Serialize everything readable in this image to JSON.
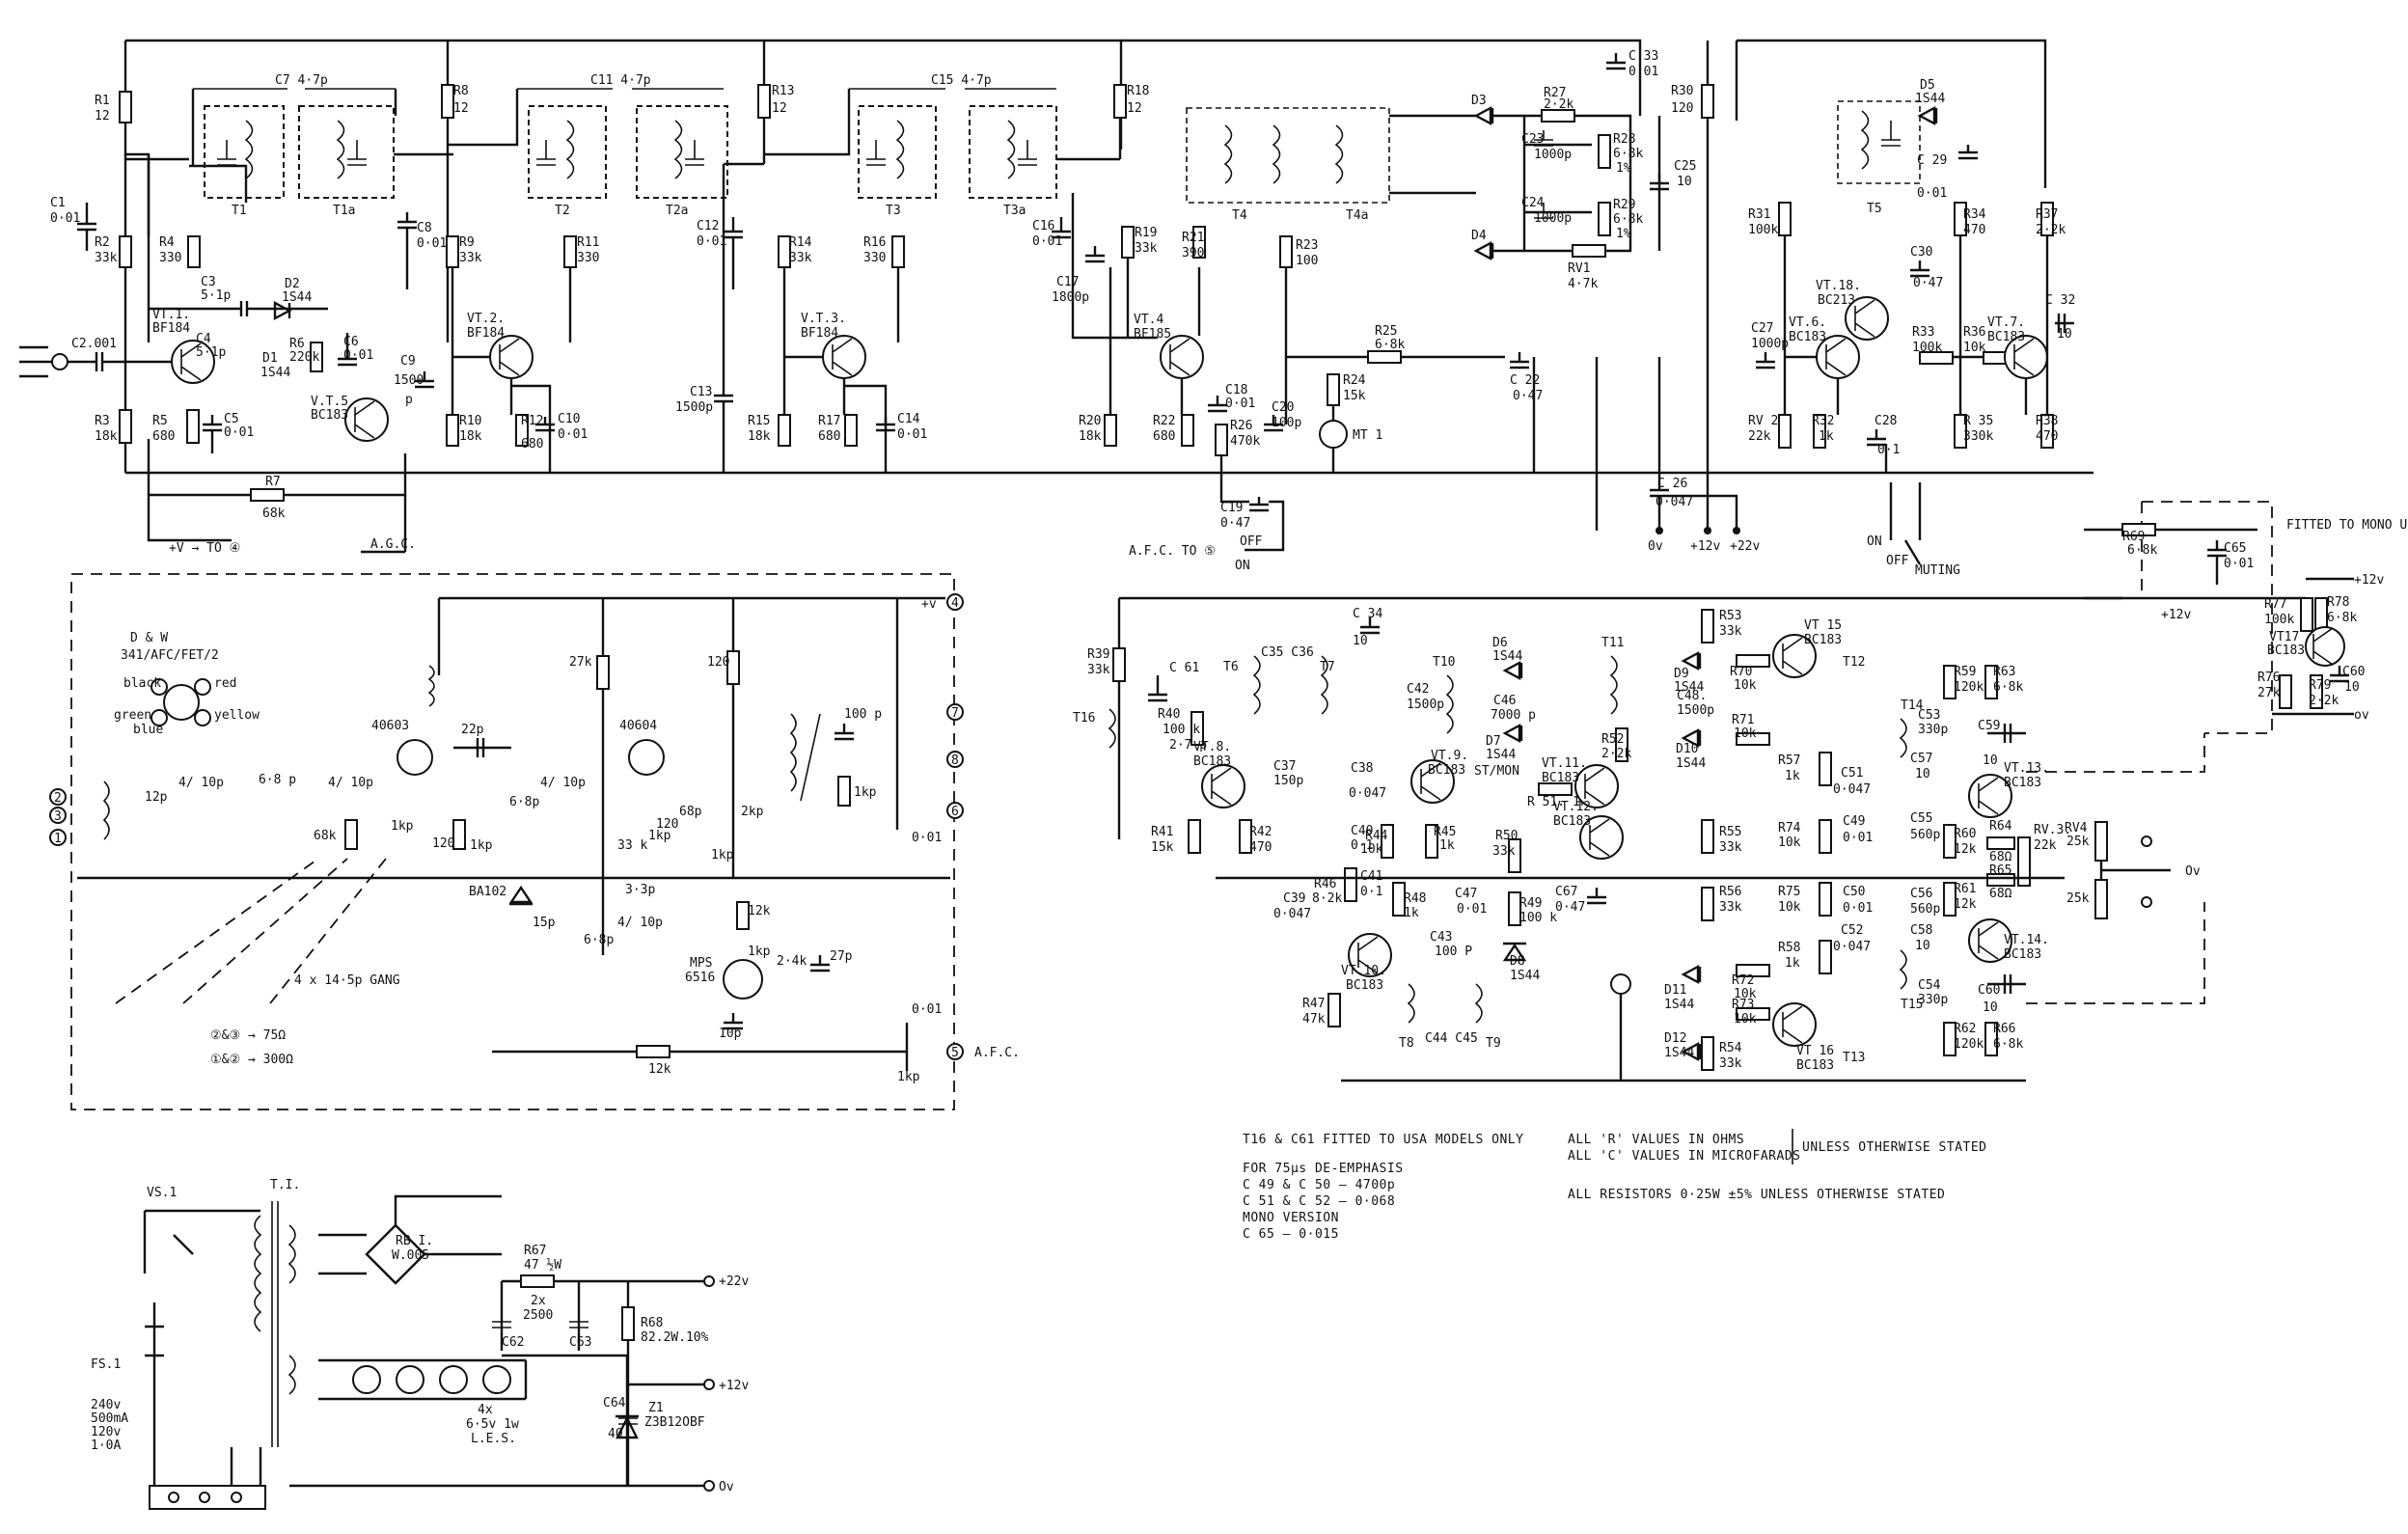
{
  "labels": {
    "r1": "R1",
    "r1v": "12",
    "c1": "C1",
    "c1v": "0·01",
    "r2": "R2",
    "r2v": "33k",
    "r3": "R3",
    "r3v": "18k",
    "c2": "C2.001",
    "c7": "C7 4·7p",
    "t1": "T1",
    "t1a": "T1a",
    "r8": "R8",
    "r8v": "12",
    "r4": "R4",
    "r4v": "330",
    "c3": "C3",
    "c3v": "5·1p",
    "d2": "D2",
    "d2v": "1S44",
    "vt1": "VT.1.",
    "vt1v": "BF184",
    "c4": "C4",
    "c4v": "5·1p",
    "d1": "D1",
    "d1v": "1S44",
    "r6": "R6",
    "r6v": "220k",
    "c6": "C6",
    "c6v": "0·01",
    "c8": "C8",
    "c8v": "0·01",
    "r5": "R5",
    "r5v": "680",
    "c5": "C5",
    "c5v": "0·01",
    "vt5": "V.T.5.",
    "vt5v": "BC183",
    "c9": "C9",
    "c9v": "1500",
    "c9p": "p",
    "r7": "R7",
    "r7v": "68k",
    "plusv4": "+V → TO ④",
    "agc": "A.G.C.",
    "c11": "C11 4·7p",
    "t2": "T2",
    "t2a": "T2a",
    "r13": "R13",
    "r13v": "12",
    "r9": "R9",
    "r9v": "33k",
    "r11": "R11",
    "r11v": "330",
    "vt2": "VT.2.",
    "vt2v": "BF184",
    "c12": "C12",
    "c12v": "0·01",
    "r10": "R10",
    "r10v": "18k",
    "r12": "R12",
    "r12v": "680",
    "c10": "C10",
    "c10v": "0·01",
    "c15": "C15 4·7p",
    "t3": "T3",
    "t3a": "T3a",
    "r18": "R18",
    "r18v": "12",
    "r14": "R14",
    "r14v": "33k",
    "r16": "R16",
    "r16v": "330",
    "vt3": "V.T.3.",
    "vt3v": "BF184",
    "c16": "C16",
    "c16v": "0·01",
    "c13": "C13",
    "c13v": "1500p",
    "r15": "R15",
    "r15v": "18k",
    "r17": "R17",
    "r17v": "680",
    "c14": "C14",
    "c14v": "0·01",
    "c17": "C17",
    "c17v": "1800p",
    "r19": "R19",
    "r19v": "33k",
    "r21": "R21",
    "r21v": "390",
    "vt4": "VT.4",
    "vt4v": "BF185",
    "t4": "T4",
    "t4a": "T4a",
    "r23": "R23",
    "r23v": "100",
    "r20": "R20",
    "r20v": "18k",
    "r22": "R22",
    "r22v": "680",
    "c18": "C18",
    "c18v": "0·01",
    "r26": "R26",
    "r26v": "470k",
    "c20": "C20",
    "c20v": "100p",
    "r24": "R24",
    "r24v": "15k",
    "mt1": "MT 1",
    "r25": "R25",
    "r25v": "6·8k",
    "c19": "C19",
    "c19v": "0·47",
    "afc5": "A.F.C. TO ⑤",
    "off": "OFF",
    "on": "ON",
    "c33": "C 33",
    "c33v": "0·01",
    "d3": "D3",
    "d4": "D4",
    "r27": "R27",
    "r27v": "2·2k",
    "c23": "C23",
    "c23v": "1000p",
    "c24": "C24",
    "c24v": "1000p",
    "r28": "R28",
    "r28v": "6·8k",
    "r28t": "1%",
    "r29": "R29",
    "r29v": "6·8k",
    "r29t": "1%",
    "rv1": "RV1",
    "rv1v": "4·7k",
    "c25": "C25",
    "c25v": "10",
    "c22": "C 22",
    "c22v": "0·47",
    "r30": "R30",
    "r30v": "120",
    "c26": "C 26",
    "c26v": "0·047",
    "rail0v": "0v",
    "rail12": "+12v",
    "rail22": "+22v",
    "d5": "D5",
    "d5v": "1S44",
    "c29": "C 29",
    "c29v": "0·01",
    "t5": "T5",
    "r31": "R31",
    "r31v": "100k",
    "r34": "R34",
    "r34v": "470",
    "r37": "R37",
    "r37v": "2·2k",
    "c30": "C30",
    "c30v": "0·47",
    "vt18": "VT.18.",
    "vt18v": "BC213",
    "c27": "C27",
    "c27v": "1000p",
    "vt6": "VT.6.",
    "vt6v": "BC183",
    "r33": "R33",
    "r33v": "100k",
    "r36": "R36",
    "r36v": "10k",
    "vt7": "VT.7.",
    "vt7v": "BC183",
    "c32": "C 32",
    "c32v": "10",
    "rv2": "RV 2",
    "rv2v": "22k",
    "r32": "R32",
    "r32v": "1k",
    "c28": "C28",
    "c28v": "0·1",
    "r35": "R 35",
    "r35v": "330k",
    "r38": "R38",
    "r38v": "470",
    "on_mute": "ON",
    "off_mute": "OFF",
    "muting": "MUTING",
    "fitted_mono": "FITTED TO MONO UNITS ONLY",
    "r69": "R69",
    "r69v": "6·8k",
    "c65": "C65",
    "c65v": "0·01",
    "plus12a": "+12v",
    "plus12b": "+12v",
    "r77": "R77",
    "r77v": "100k",
    "r78": "R78",
    "r78v": "6·8k",
    "vt17": "VT17",
    "vt17v": "BC183",
    "r76": "R76",
    "r76v": "27k",
    "r79": "R79",
    "r79v": "2·2k",
    "c60": "C60",
    "c60v": "10",
    "ov_mono": "ov",
    "dw": "D & W",
    "dwp": "341/AFC/FET/2",
    "black": "black",
    "red": "red",
    "green": "green",
    "yellow": "yellow",
    "blue": "blue",
    "f40603": "40603",
    "f40604": "40604",
    "c22p": "22p",
    "r27k": "27k",
    "r120a": "120",
    "c100p": "100 p",
    "k1kp": "1kp",
    "c12p": "12p",
    "c410a": "4/ 10p",
    "c68pa": "6·8 p",
    "c410b": "4/ 10p",
    "r68k": "68k",
    "c1kpa": "1kp",
    "r120b": "120",
    "c1kpb": "1kp",
    "c68pb": "6·8p",
    "c410c": "4/ 10p",
    "r33k": "33 k",
    "c1kpc": "1kp",
    "r120c": "120",
    "c68pc": "68p",
    "c1kpd": "1kp",
    "c2kp": "2kp",
    "c001a": "0·01",
    "c001b": "0·01",
    "ba102": "BA102",
    "c33p": "3·3p",
    "c15p": "15p",
    "c68pd": "6·8p",
    "c410d": "4/ 10p",
    "r12ka": "12k",
    "r24k": "2·4k",
    "c27p": "27p",
    "mps": "MPS",
    "mps6516": "6516",
    "c1kpe": "1kp",
    "c10p": "10p",
    "gang": "4 x 14·5p  GANG",
    "imp75": "②&③ → 75Ω",
    "imp300": "①&② → 300Ω",
    "r12kb": "12k",
    "c1kpf": "1kp",
    "afc_pin": "A.F.C.",
    "r39": "R39",
    "r39v": "33k",
    "c61": "C 61",
    "c61v": "2·7 p",
    "t16": "T16",
    "r40": "R40",
    "r40v": "100 k",
    "vt8": "VT.8.",
    "vt8v": "BC183",
    "r41": "R41",
    "r41v": "15k",
    "r42": "R42",
    "r42v": "470",
    "t6": "T6",
    "c35c36": "C35 C36",
    "t7": "T7",
    "c34": "C 34",
    "c34v": "10",
    "c37": "C37",
    "c37v": "150p",
    "c38": "C38",
    "c38v": "0·047",
    "c40": "C40",
    "c40v": "0·1",
    "r44": "R44",
    "r44v": "10k",
    "c39": "C39",
    "c39v": "0·047",
    "r46": "R46",
    "r46v": "8·2k",
    "c41": "C41",
    "c41v": "0·1",
    "r48": "R48",
    "r48v": "1k",
    "vt10": "VT.10.",
    "vt10v": "BC183",
    "r47": "R47",
    "r47v": "47k",
    "c42": "C42",
    "c42v": "1500p",
    "t10": "T10",
    "vt9": "VT.9.",
    "vt9v": "BC183",
    "r45": "R45",
    "r45v": "1k",
    "c47": "C47",
    "c47v": "0·01",
    "c43": "C43",
    "c43v": "100 P",
    "t8": "T8",
    "c44c45": "C44 C45",
    "t9": "T9",
    "d6": "D6",
    "d6v": "1S44",
    "c46": "C46",
    "c46v": "7000 p",
    "d7": "D7",
    "d7v": "1S44",
    "st_mon": "ST/MON",
    "r51": "R 51. 1k",
    "r50": "R50",
    "r50v": "33k",
    "r49": "R49",
    "r49v": "100 k",
    "d8": "D8",
    "d8v": "1S44",
    "t11": "T11",
    "vt11": "VT.11.",
    "vt11v": "BC183",
    "vt12": "VT.12.",
    "vt12v": "BC183",
    "r52": "R52",
    "r52v": "2·2k",
    "c67": "C67",
    "c67v": "0·47",
    "r53": "R53",
    "r53v": "33k",
    "vt15": "VT 15",
    "vt15v": "BC183",
    "d9": "D9",
    "d9v": "1S44",
    "r70": "R70",
    "r70v": "10k",
    "c48": "C48.",
    "c48v": "1500p",
    "r71": "R71",
    "r71v": "10k",
    "d10": "D10",
    "d10v": "1S44",
    "r55": "R55",
    "r55v": "33k",
    "r57": "R57",
    "r57v": "1k",
    "r74": "R74",
    "r74v": "10k",
    "r56": "R56",
    "r56v": "33k",
    "r75": "R75",
    "r75v": "10k",
    "r58": "R58",
    "r58v": "1k",
    "d11": "D11",
    "d11v": "1S44",
    "r72": "R72",
    "r72v": "10k",
    "r73": "R73",
    "r73v": "10k",
    "d12": "D12",
    "d12v": "1S44",
    "r54": "R54",
    "r54v": "33k",
    "vt16": "VT 16",
    "vt16v": "BC183",
    "t12": "T12",
    "t14": "T14",
    "t13": "T13",
    "t15": "T15",
    "c53": "C53",
    "c53v": "330p",
    "c51": "C51",
    "c51v": "0·047",
    "c49": "C49",
    "c49v": "0·01",
    "c50": "C50",
    "c50v": "0·01",
    "c52": "C52",
    "c52v": "0·047",
    "c54": "C54",
    "c54v": "330p",
    "c55": "C55",
    "c55v": "560p",
    "c56": "C56",
    "c56v": "560p",
    "c57": "C57",
    "c57v": "10",
    "c58": "C58",
    "c58v": "10",
    "r59": "R59",
    "r59v": "120k",
    "r63": "R63",
    "r63v": "6·8k",
    "r60": "R60",
    "r60v": "12k",
    "r61": "R61",
    "r61v": "12k",
    "r62": "R62",
    "r62v": "120k",
    "r66": "R66",
    "r66v": "6·8k",
    "vt13": "VT.13.",
    "vt13v": "BC183",
    "vt14": "VT.14.",
    "vt14v": "BC183",
    "r64": "R64",
    "r64v": "68Ω",
    "r65": "R65",
    "r65v": "68Ω",
    "rv3": "RV.3.",
    "rv3v": "22k",
    "c59": "C59",
    "c59v": "10",
    "c60b": "C60",
    "c60bv": "10",
    "rv4": "RV4",
    "rv4v1": "25k",
    "rv4v2": "25k",
    "ov_out": "Ov",
    "t_psu": "T.I.",
    "vs1": "VS.1",
    "fs1": "FS.1",
    "fs1_v1": "240v",
    "fs1_v2": "500mA",
    "fs1_v3": "120v",
    "fs1_v4": "1·0A",
    "rb1": "RB.I.",
    "rb1v": "W.005",
    "r67": "R67",
    "r67v": "47 ½W",
    "c62": "C62",
    "c62c63": "2x",
    "c62v": "2500",
    "c63": "C63",
    "r68": "R68",
    "r68v": "82.2W.10%",
    "c64": "C64",
    "c64v": "40",
    "z1": "Z1",
    "z1v": "Z3B12OBF",
    "lamps": "4x",
    "lampsv": "6·5v 1w",
    "lampst": "L.E.S.",
    "psu22": "+22v",
    "psu12": "+12v",
    "psu0": "Ov"
  },
  "notes": {
    "usa": "T16 & C61 FITTED TO USA MODELS ONLY",
    "deemph": "FOR 75μs DE-EMPHASIS",
    "c4950": "C 49 & C 50 — 4700p",
    "c5152": "C 51 & C 52 — 0·068",
    "mono": "MONO VERSION",
    "c65": "C 65 — 0·015",
    "rvals": "ALL 'R' VALUES IN OHMS",
    "cvals": "ALL 'C' VALUES IN MICROFARADS",
    "unless": "UNLESS OTHERWISE STATED",
    "resistors": "ALL RESISTORS 0·25W ±5% UNLESS OTHERWISE STATED"
  },
  "pins": [
    "1",
    "2",
    "3",
    "4",
    "5",
    "6",
    "7",
    "8"
  ]
}
